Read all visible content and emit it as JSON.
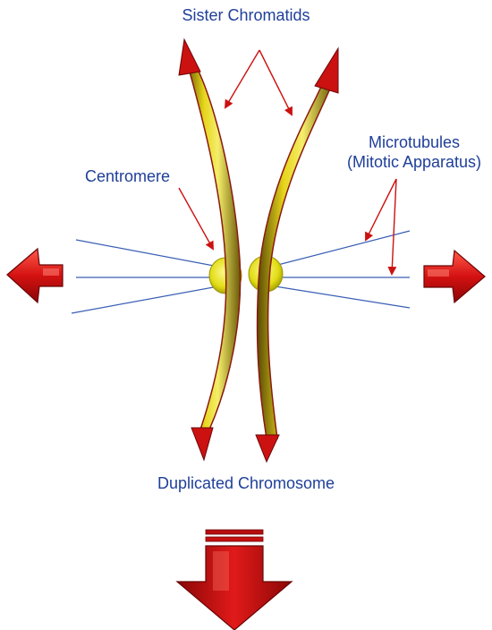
{
  "labels": {
    "sister_chromatids": "Sister Chromatids",
    "centromere": "Centromere",
    "microtubules_line1": "Microtubules",
    "microtubules_line2": "(Mitotic Apparatus)",
    "duplicated_chromosome": "Duplicated Chromosome"
  },
  "colors": {
    "label_text": "#1f3f99",
    "annotation_arrow": "#cc1111",
    "microtubule_line": "#3a5fb5",
    "chromatid_fill": "#d4c20a",
    "chromatid_outline": "#8a1a10",
    "centromere_fill": "#e8e61a",
    "big_arrow": "#d41111"
  },
  "icons": {
    "left_arrow": "red-left-arrow-icon",
    "right_arrow": "red-right-arrow-icon",
    "down_arrow": "red-down-arrow-icon"
  }
}
